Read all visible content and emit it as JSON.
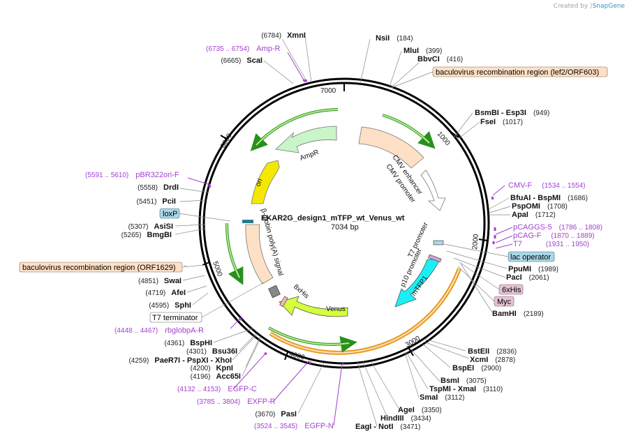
{
  "credit": {
    "created_by": "Created by",
    "brand": "SnapGene"
  },
  "plasmid": {
    "name": "EKAR2G_design1_mTFP_wt_Venus_wt",
    "size": "7034 bp"
  },
  "ticks": [
    "1000",
    "2000",
    "3000",
    "4000",
    "5000",
    "6000",
    "7000"
  ],
  "features": {
    "cmv_enhancer": "CMV enhancer",
    "cmv_promoter": "CMV promoter",
    "ampr": "AmpR",
    "ori": "ori",
    "bglobin": "β-globin poly(A) signal",
    "his": "8xHis",
    "venus": "Venus",
    "mtfp": "mTFP1",
    "t7": "T7 promoter",
    "p10": "p10 promoter"
  },
  "boxed": {
    "bac_top": "baculovirus recombination region (lef2/ORF603)",
    "bac_left": "baculovirus recombination region (ORF1629)",
    "loxp": "loxP",
    "lacop": "lac operator",
    "his6": "6xHis",
    "myc": "Myc",
    "t7term": "T7 terminator"
  },
  "sites_right": [
    {
      "name": "NsiI",
      "pos": "(184)"
    },
    {
      "name": "MluI",
      "pos": "(399)"
    },
    {
      "name": "BbvCI",
      "pos": "(416)"
    },
    {
      "name": "BsmBI - Esp3I",
      "pos": "(949)"
    },
    {
      "name": "FseI",
      "pos": "(1017)"
    },
    {
      "name": "BfuAI - BspMI",
      "pos": "(1686)"
    },
    {
      "name": "PspOMI",
      "pos": "(1708)"
    },
    {
      "name": "ApaI",
      "pos": "(1712)"
    },
    {
      "name": "PpuMI",
      "pos": "(1989)"
    },
    {
      "name": "PacI",
      "pos": "(2061)"
    },
    {
      "name": "BamHI",
      "pos": "(2189)"
    },
    {
      "name": "BstEII",
      "pos": "(2836)"
    },
    {
      "name": "XcmI",
      "pos": "(2878)"
    },
    {
      "name": "BspEI",
      "pos": "(2900)"
    },
    {
      "name": "BsmI",
      "pos": "(3075)"
    },
    {
      "name": "TspMI - XmaI",
      "pos": "(3110)"
    },
    {
      "name": "SmaI",
      "pos": "(3112)"
    },
    {
      "name": "AgeI",
      "pos": "(3350)"
    },
    {
      "name": "HindIII",
      "pos": "(3434)"
    },
    {
      "name": "EagI - NotI",
      "pos": "(3471)"
    }
  ],
  "sites_left": [
    {
      "name": "XmnI",
      "pos": "(6784)"
    },
    {
      "name": "ScaI",
      "pos": "(6665)"
    },
    {
      "name": "DrdI",
      "pos": "(5558)"
    },
    {
      "name": "PciI",
      "pos": "(5451)"
    },
    {
      "name": "AsiSI",
      "pos": "(5307)"
    },
    {
      "name": "BmgBI",
      "pos": "(5265)"
    },
    {
      "name": "SwaI",
      "pos": "(4851)"
    },
    {
      "name": "AfeI",
      "pos": "(4719)"
    },
    {
      "name": "SphI",
      "pos": "(4595)"
    },
    {
      "name": "BspHI",
      "pos": "(4361)"
    },
    {
      "name": "Bsu36I",
      "pos": "(4301)"
    },
    {
      "name": "PaeR7I - PspXI - XhoI",
      "pos": "(4259)"
    },
    {
      "name": "KpnI",
      "pos": "(4200)"
    },
    {
      "name": "Acc65I",
      "pos": "(4196)"
    },
    {
      "name": "PasI",
      "pos": "(3670)"
    }
  ],
  "primers": [
    {
      "name": "Amp-R",
      "range": "(6735 .. 6754)"
    },
    {
      "name": "pBR322ori-F",
      "range": "(5591 .. 5610)"
    },
    {
      "name": "rbglobpA-R",
      "range": "(4448 .. 4467)"
    },
    {
      "name": "EGFP-C",
      "range": "(4132 .. 4153)"
    },
    {
      "name": "EXFP-R",
      "range": "(3785 .. 3804)"
    },
    {
      "name": "EGFP-N",
      "range": "(3524 .. 3545)"
    },
    {
      "name": "CMV-F",
      "range": "(1534 .. 1554)"
    },
    {
      "name": "pCAGGS-5",
      "range": "(1786 .. 1808)"
    },
    {
      "name": "pCAG-F",
      "range": "(1870 .. 1889)"
    },
    {
      "name": "T7",
      "range": "(1931 .. 1950)"
    }
  ],
  "colors": {
    "feature_peach": "#fde0c5",
    "ampr_green": "#c9f5c9",
    "ori_yellow": "#f5e800",
    "venus_yellow": "#d4ff3a",
    "mtfp_cyan": "#19f0f5",
    "primer_purple": "#a23fd0",
    "box_blue": "#a9d7e6",
    "box_pink": "#e6c3d5"
  }
}
